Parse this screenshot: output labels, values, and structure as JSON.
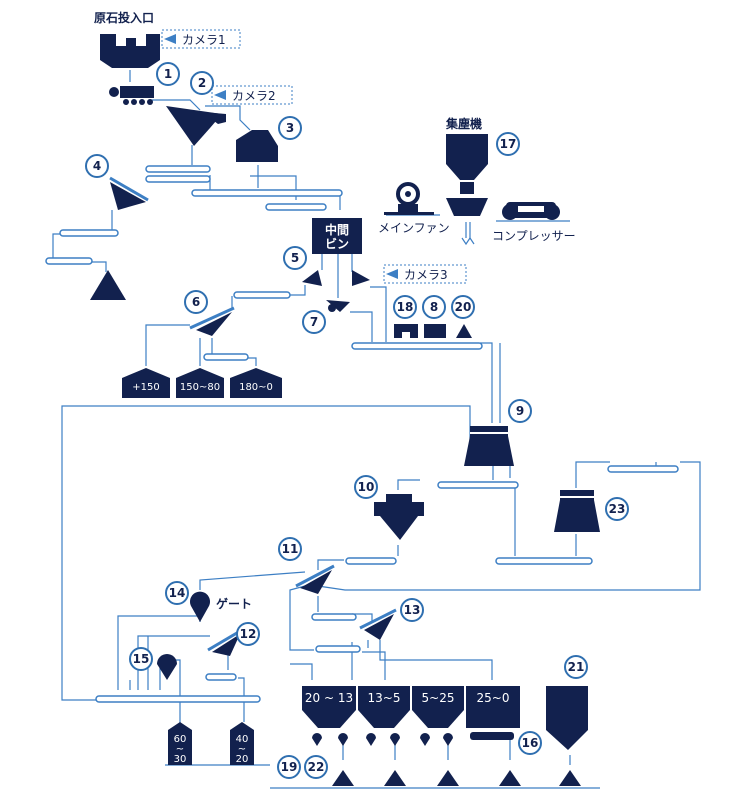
{
  "labels": {
    "raw_stone_inlet": "原石投入口",
    "camera1": "カメラ1",
    "camera2": "カメラ2",
    "camera3": "カメラ3",
    "dust_collector": "集塵機",
    "main_fan": "メインファン",
    "compressor": "コンプレッサー",
    "gate": "ゲート",
    "intermediate_bin_line1": "中間",
    "intermediate_bin_line2": "ビン"
  },
  "numbers": {
    "n1": "1",
    "n2": "2",
    "n3": "3",
    "n4": "4",
    "n5": "5",
    "n6": "6",
    "n7": "7",
    "n8": "8",
    "n9": "9",
    "n10": "10",
    "n11": "11",
    "n12": "12",
    "n13": "13",
    "n14": "14",
    "n15": "15",
    "n16": "16",
    "n17": "17",
    "n18": "18",
    "n19": "19",
    "n20": "20",
    "n21": "21",
    "n22": "22",
    "n23": "23"
  },
  "products": {
    "p150": "+150",
    "p150_80": "150~80",
    "p180_0": "180~0",
    "b1": "20 ~ 13",
    "b2": "13~5",
    "b3": "5~25",
    "b4": "25~0",
    "s60_top": "60",
    "s60_mid": "~",
    "s60_bot": "30",
    "s40_top": "40",
    "s40_mid": "~",
    "s40_bot": "20"
  },
  "colors": {
    "equipment": "#12214e",
    "flow_line": "#3d7fc4",
    "number_ring": "#2f6fb0"
  }
}
